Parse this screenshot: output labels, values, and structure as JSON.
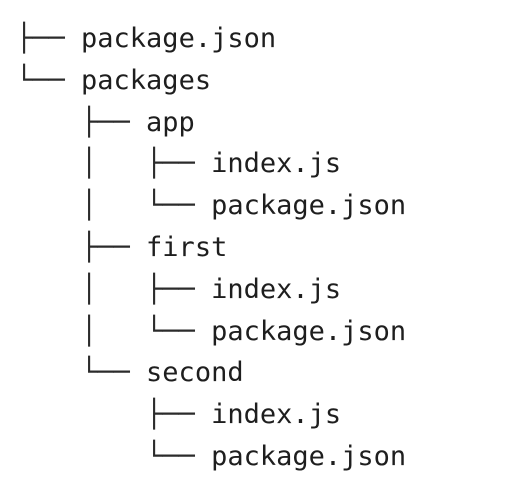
{
  "tree": {
    "lines": [
      {
        "prefix": "├── ",
        "name": "package.json"
      },
      {
        "prefix": "└── ",
        "name": "packages"
      },
      {
        "prefix": "    ├── ",
        "name": "app"
      },
      {
        "prefix": "    │   ├── ",
        "name": "index.js"
      },
      {
        "prefix": "    │   └── ",
        "name": "package.json"
      },
      {
        "prefix": "    ├── ",
        "name": "first"
      },
      {
        "prefix": "    │   ├── ",
        "name": "index.js"
      },
      {
        "prefix": "    │   └── ",
        "name": "package.json"
      },
      {
        "prefix": "    └── ",
        "name": "second"
      },
      {
        "prefix": "        ├── ",
        "name": "index.js"
      },
      {
        "prefix": "        └── ",
        "name": "package.json"
      }
    ]
  }
}
